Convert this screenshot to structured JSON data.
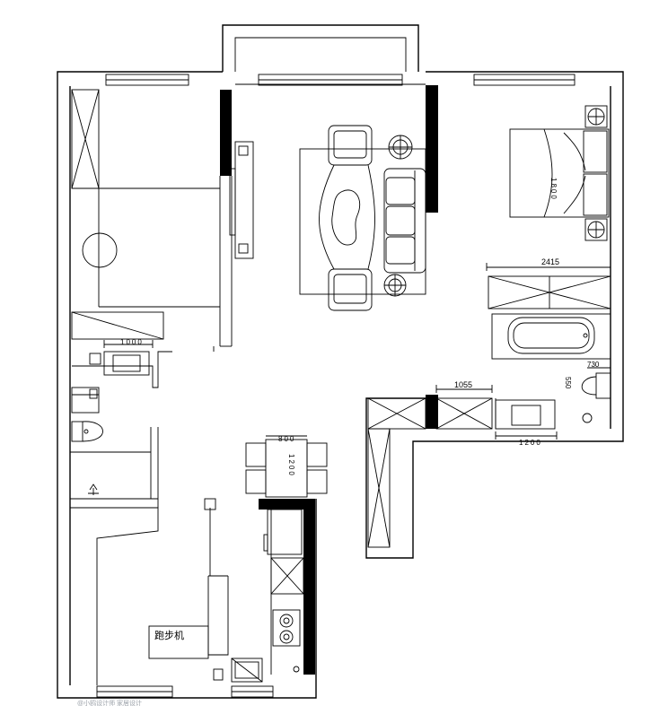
{
  "dimensions": {
    "wardrobe_width": "2415",
    "bed_length": "1800",
    "cabinet_width": "1055",
    "vanity_width": "1200",
    "toilet_width": "730",
    "toilet_depth": "550",
    "dining_table_width": "800",
    "dining_table_length": "1200",
    "washbasin_width": "1000"
  },
  "labels": {
    "treadmill": "跑步机"
  },
  "watermark": "@小鸥设计师 家居设计"
}
